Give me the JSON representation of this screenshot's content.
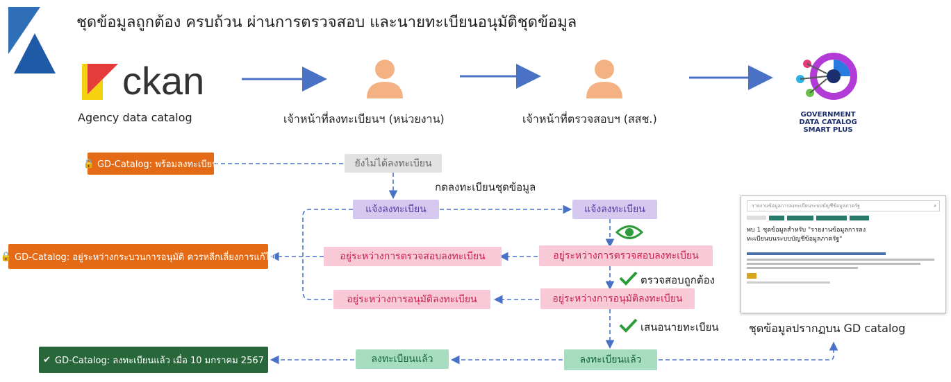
{
  "title": "ชุดข้อมูลถูกต้อง ครบถ้วน  ผ่านการตรวจสอบ และนายทะเบียนอนุมัติชุดข้อมูล",
  "actors": {
    "ckan_logo_text": "ckan",
    "agency_label": "Agency data catalog",
    "registrar_label": "เจ้าหน้าที่ลงทะเบียนฯ (หน่วยงาน)",
    "reviewer_label": "เจ้าหน้าที่ตรวจสอบฯ  (สสช.)",
    "gd_logo_lines": [
      "GOVERNMENT",
      "DATA CATALOG",
      "SMART PLUS"
    ]
  },
  "status_badges": {
    "ready": "GD-Catalog: พร้อมลงทะเบียน",
    "in_process": "GD-Catalog: อยู่ระหว่างกระบวนการอนุมัติ ควรหลีกเลี่ยงการแก้ไข",
    "registered": "GD-Catalog: ลงทะเบียนแล้ว เมื่อ 10 มกราคม 2567"
  },
  "left_flow": {
    "not_registered": "ยังไม่ได้ลงทะเบียน",
    "notify": "แจ้งลงทะเบียน",
    "reviewing": "อยู่ระหว่างการตรวจสอบลงทะเบียน",
    "approving": "อยู่ระหว่างการอนุมัติลงทะเบียน",
    "registered": "ลงทะเบียนแล้ว"
  },
  "right_flow": {
    "notify": "แจ้งลงทะเบียน",
    "reviewing": "อยู่ระหว่างการตรวจสอบลงทะเบียน",
    "approving": "อยู่ระหว่างการอนุมัติลงทะเบียน",
    "registered": "ลงทะเบียนแล้ว"
  },
  "notes": {
    "click_register": "กดลงทะเบียนชุดข้อมูล",
    "verified": "ตรวจสอบถูกต้อง",
    "submit": "เสนอนายทะเบียน",
    "appears": "ชุดข้อมูลปรากฏบน GD catalog"
  },
  "screenshot": {
    "search_text": "รายงานข้อมูลการลงทะเบียนระบบบัญชีข้อมูลภาครัฐ",
    "result_heading": "พบ 1 ชุดข้อมูลสำหรับ \"รายงานข้อมูลการลงทะเบียนบนระบบบัญชีข้อมูลภาครัฐ\""
  },
  "colors": {
    "arrow_blue": "#4a72c4",
    "purple_box": "#d4c8ee",
    "pink_box": "#f8c9d6",
    "green_box": "#a6dcc0",
    "orange_badge": "#e46a16",
    "dark_green_badge": "#27673a",
    "check_green": "#2e9b3b"
  }
}
